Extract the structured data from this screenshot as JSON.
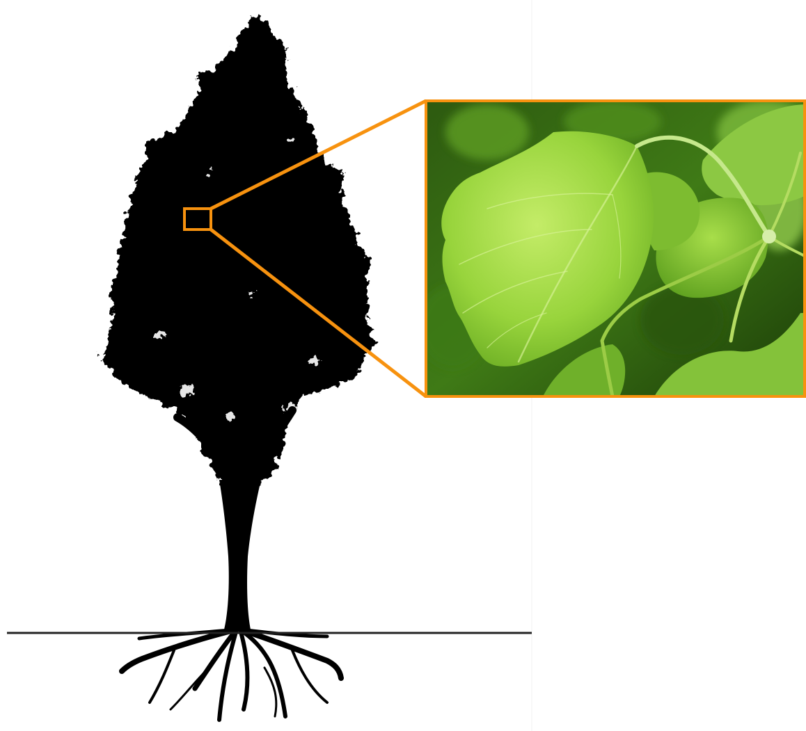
{
  "figure": {
    "panels": [
      {
        "id": "tree-silhouette",
        "icon": "tree-icon",
        "depicts": "tree"
      },
      {
        "id": "zoom-inset",
        "icon": "leaf-icon",
        "depicts": "leaves"
      }
    ],
    "colors": {
      "highlight": "#f7920f",
      "silhouette": "#000000",
      "ground": "#222222",
      "leaf_light": "#b6e35a",
      "leaf_mid": "#7dc52e",
      "leaf_dark": "#2f6a10",
      "background_dark": "#1e4408"
    }
  }
}
